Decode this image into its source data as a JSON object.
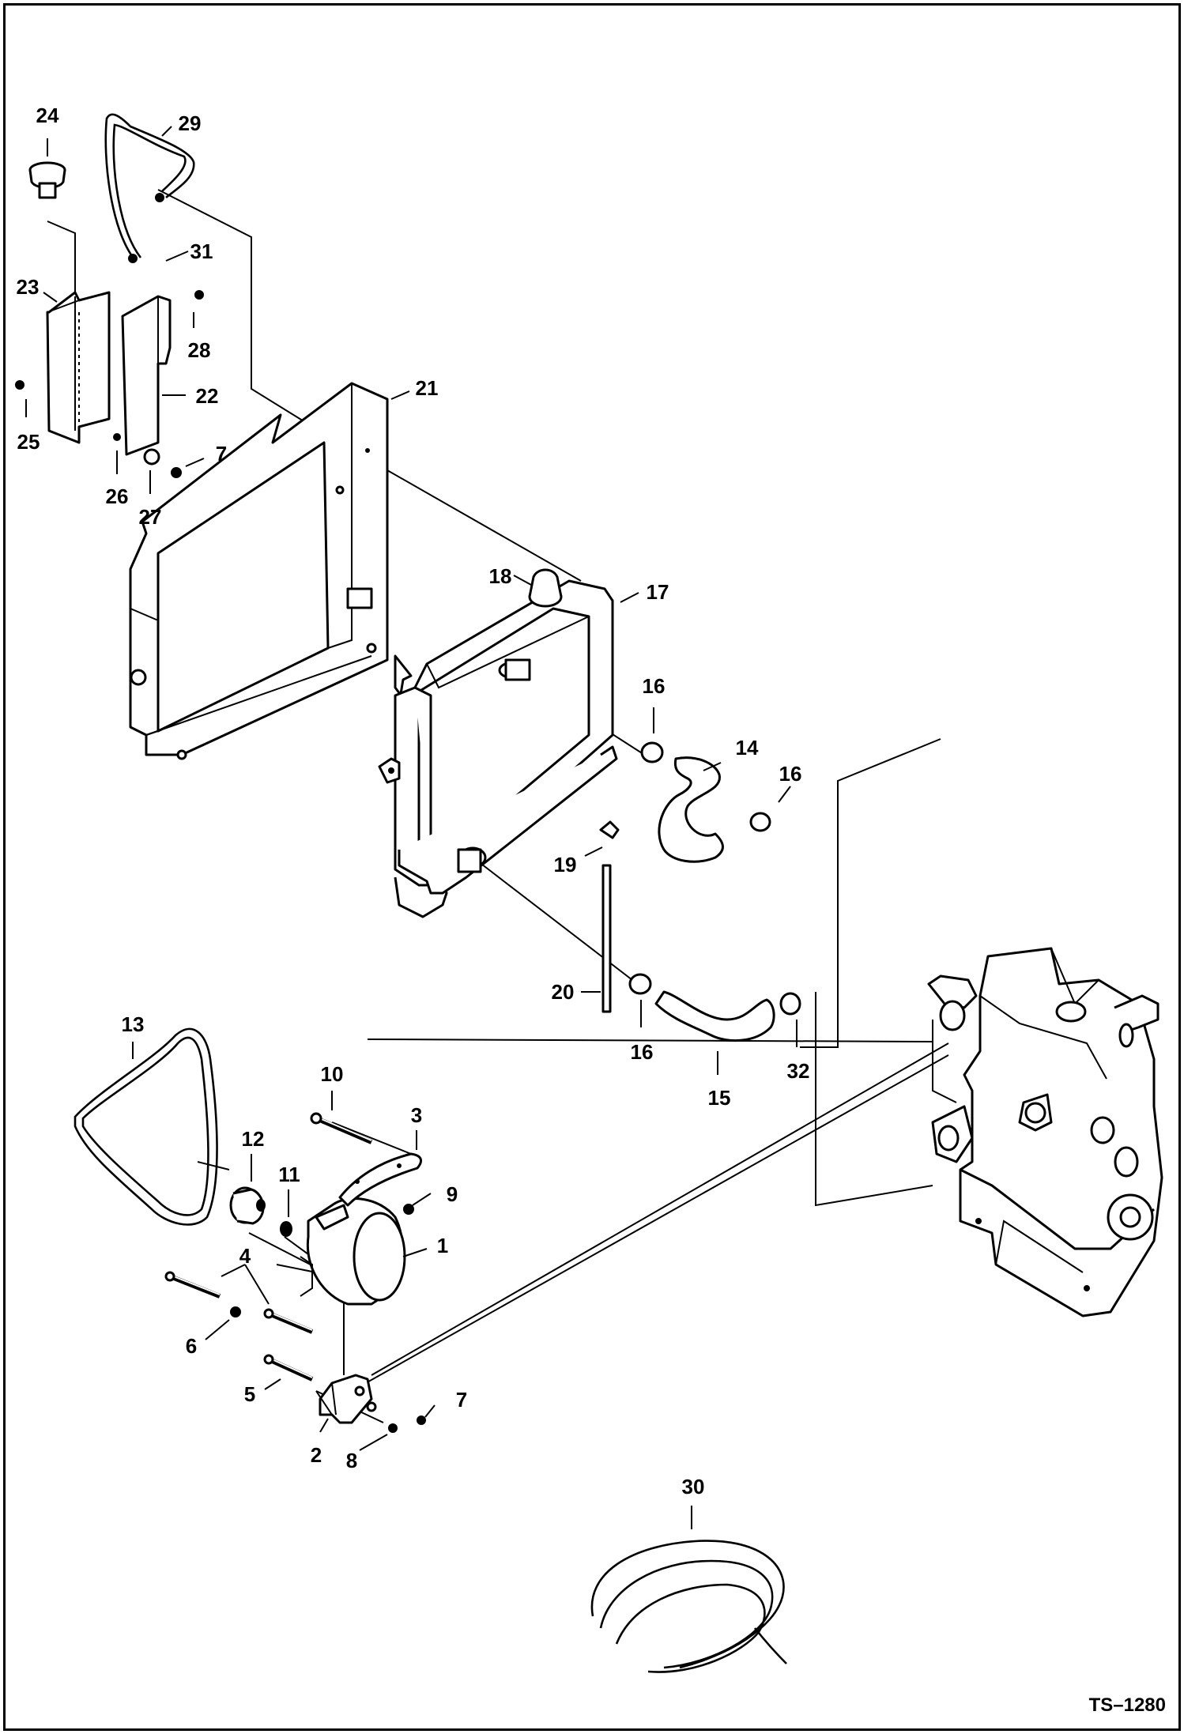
{
  "drawing_code": "TS–1280",
  "callouts": {
    "c1": "1",
    "c2": "2",
    "c3": "3",
    "c4": "4",
    "c5": "5",
    "c6": "6",
    "c7a": "7",
    "c7b": "7",
    "c8": "8",
    "c9": "9",
    "c10": "10",
    "c11": "11",
    "c12": "12",
    "c13": "13",
    "c14": "14",
    "c15": "15",
    "c16a": "16",
    "c16b": "16",
    "c16c": "16",
    "c17": "17",
    "c18": "18",
    "c19": "19",
    "c20": "20",
    "c21": "21",
    "c22": "22",
    "c23": "23",
    "c24": "24",
    "c25": "25",
    "c26": "26",
    "c27": "27",
    "c28": "28",
    "c29": "29",
    "c30": "30",
    "c31": "31",
    "c32": "32"
  }
}
